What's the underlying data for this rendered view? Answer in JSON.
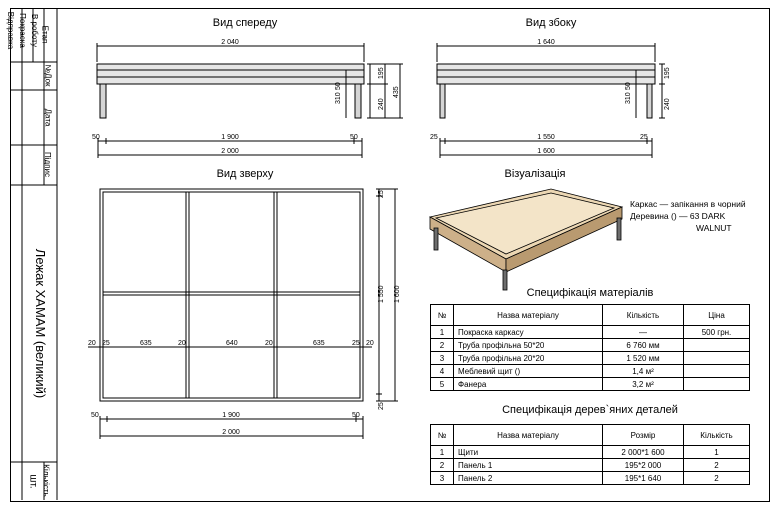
{
  "stamp": {
    "rows": [
      "Етап",
      "В роботу",
      "Покраска",
      "Відправка"
    ],
    "col_labels": [
      "№Док",
      "Дата",
      "Підпис"
    ],
    "title": "Лежак ХАМАМ (великий)",
    "qty_label": "Кількість",
    "qty_unit": "шт."
  },
  "views": {
    "front": {
      "title": "Вид спереду",
      "overall": "2 040",
      "legs_outer": "2 000",
      "legs_inner": "1 900",
      "leg_w": "50",
      "leg_w2": "50",
      "h_top": "195",
      "h_leg": "240",
      "h_total": "435",
      "h_frame": "310",
      "h_gap": "50"
    },
    "side": {
      "title": "Вид збоку",
      "overall": "1 640",
      "legs_outer": "1 600",
      "legs_inner": "1 550",
      "leg_w": "25",
      "leg_w2": "25",
      "h_top": "195",
      "h_leg": "240",
      "h_frame": "310",
      "h_gap": "50"
    },
    "top": {
      "title": "Вид зверху",
      "w_inner": "1 900",
      "w_outer": "2 000",
      "edge_l": "50",
      "edge_r": "50",
      "h_inner": "1 550",
      "h_outer": "1 600",
      "edge_t": "25",
      "edge_b": "25",
      "segments": [
        "20",
        "25",
        "635",
        "20",
        "640",
        "20",
        "635",
        "25",
        "20"
      ]
    },
    "viz": {
      "title": "Візуалізація",
      "legend": [
        "Каркас — запікання в чорний",
        "Деревина () — 63 DARK",
        "WALNUT"
      ]
    }
  },
  "materials": {
    "title": "Специфікація матеріалів",
    "headers": [
      "№",
      "Назва матеріалу",
      "Кількість",
      "Ціна"
    ],
    "rows": [
      [
        "1",
        "Покраска каркасу",
        "—",
        "500 грн."
      ],
      [
        "2",
        "Труба профільна 50*20",
        "6 760 мм",
        ""
      ],
      [
        "3",
        "Труба профільна 20*20",
        "1 520 мм",
        ""
      ],
      [
        "4",
        "Меблевий щит ()",
        "1,4 м²",
        ""
      ],
      [
        "5",
        "Фанера",
        "3,2 м²",
        ""
      ]
    ]
  },
  "wood": {
    "title": "Специфікація дерев`яних деталей",
    "headers": [
      "№",
      "Назва матеріалу",
      "Розмір",
      "Кількість"
    ],
    "rows": [
      [
        "1",
        "Щити",
        "2 000*1 600",
        "1"
      ],
      [
        "2",
        "Панель 1",
        "195*2 000",
        "2"
      ],
      [
        "3",
        "Панель 2",
        "195*1 640",
        "2"
      ]
    ]
  }
}
